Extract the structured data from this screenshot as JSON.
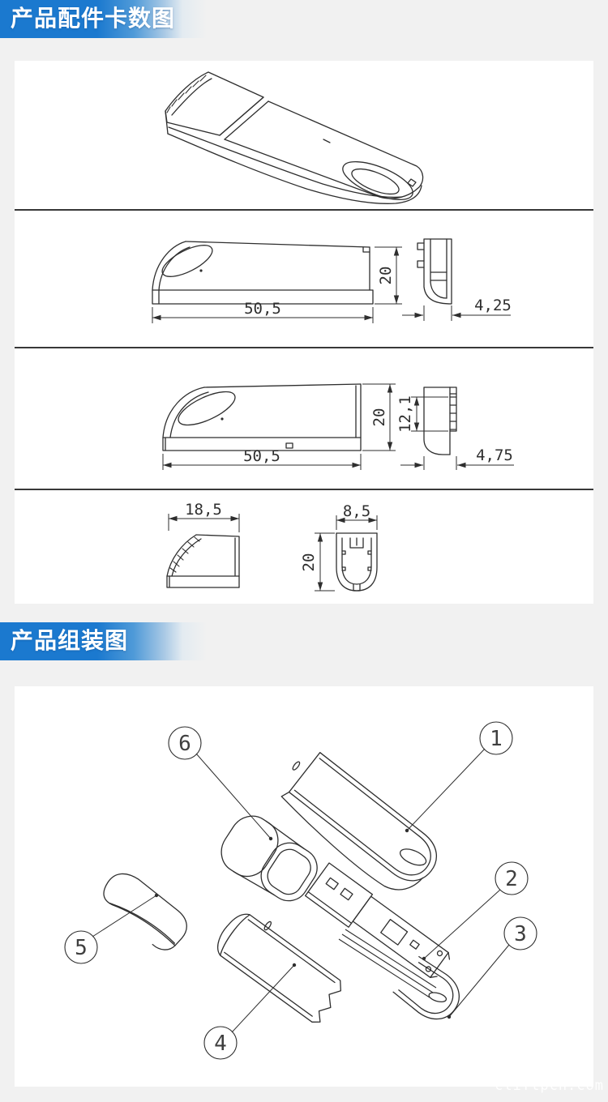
{
  "page": {
    "background": "#f1f1f1",
    "panel": "#ffffff",
    "banner_blue": "#1b79cf",
    "line_color": "#2e2e2e",
    "watermark": "cliftpch.com"
  },
  "headers": {
    "parts": "产品配件卡数图",
    "assembly": "产品组装图"
  },
  "dimensions": {
    "body_side": {
      "length": "50,5",
      "height": "20",
      "thickness": "4,25"
    },
    "shell_side": {
      "length": "50,5",
      "height": "20",
      "inner": "12,1",
      "thickness": "4,75"
    },
    "cap_side": {
      "width": "18,5"
    },
    "cap_end": {
      "width": "8,5",
      "height": "20"
    }
  },
  "assembly": {
    "callouts": [
      "1",
      "2",
      "3",
      "4",
      "5",
      "6"
    ]
  }
}
